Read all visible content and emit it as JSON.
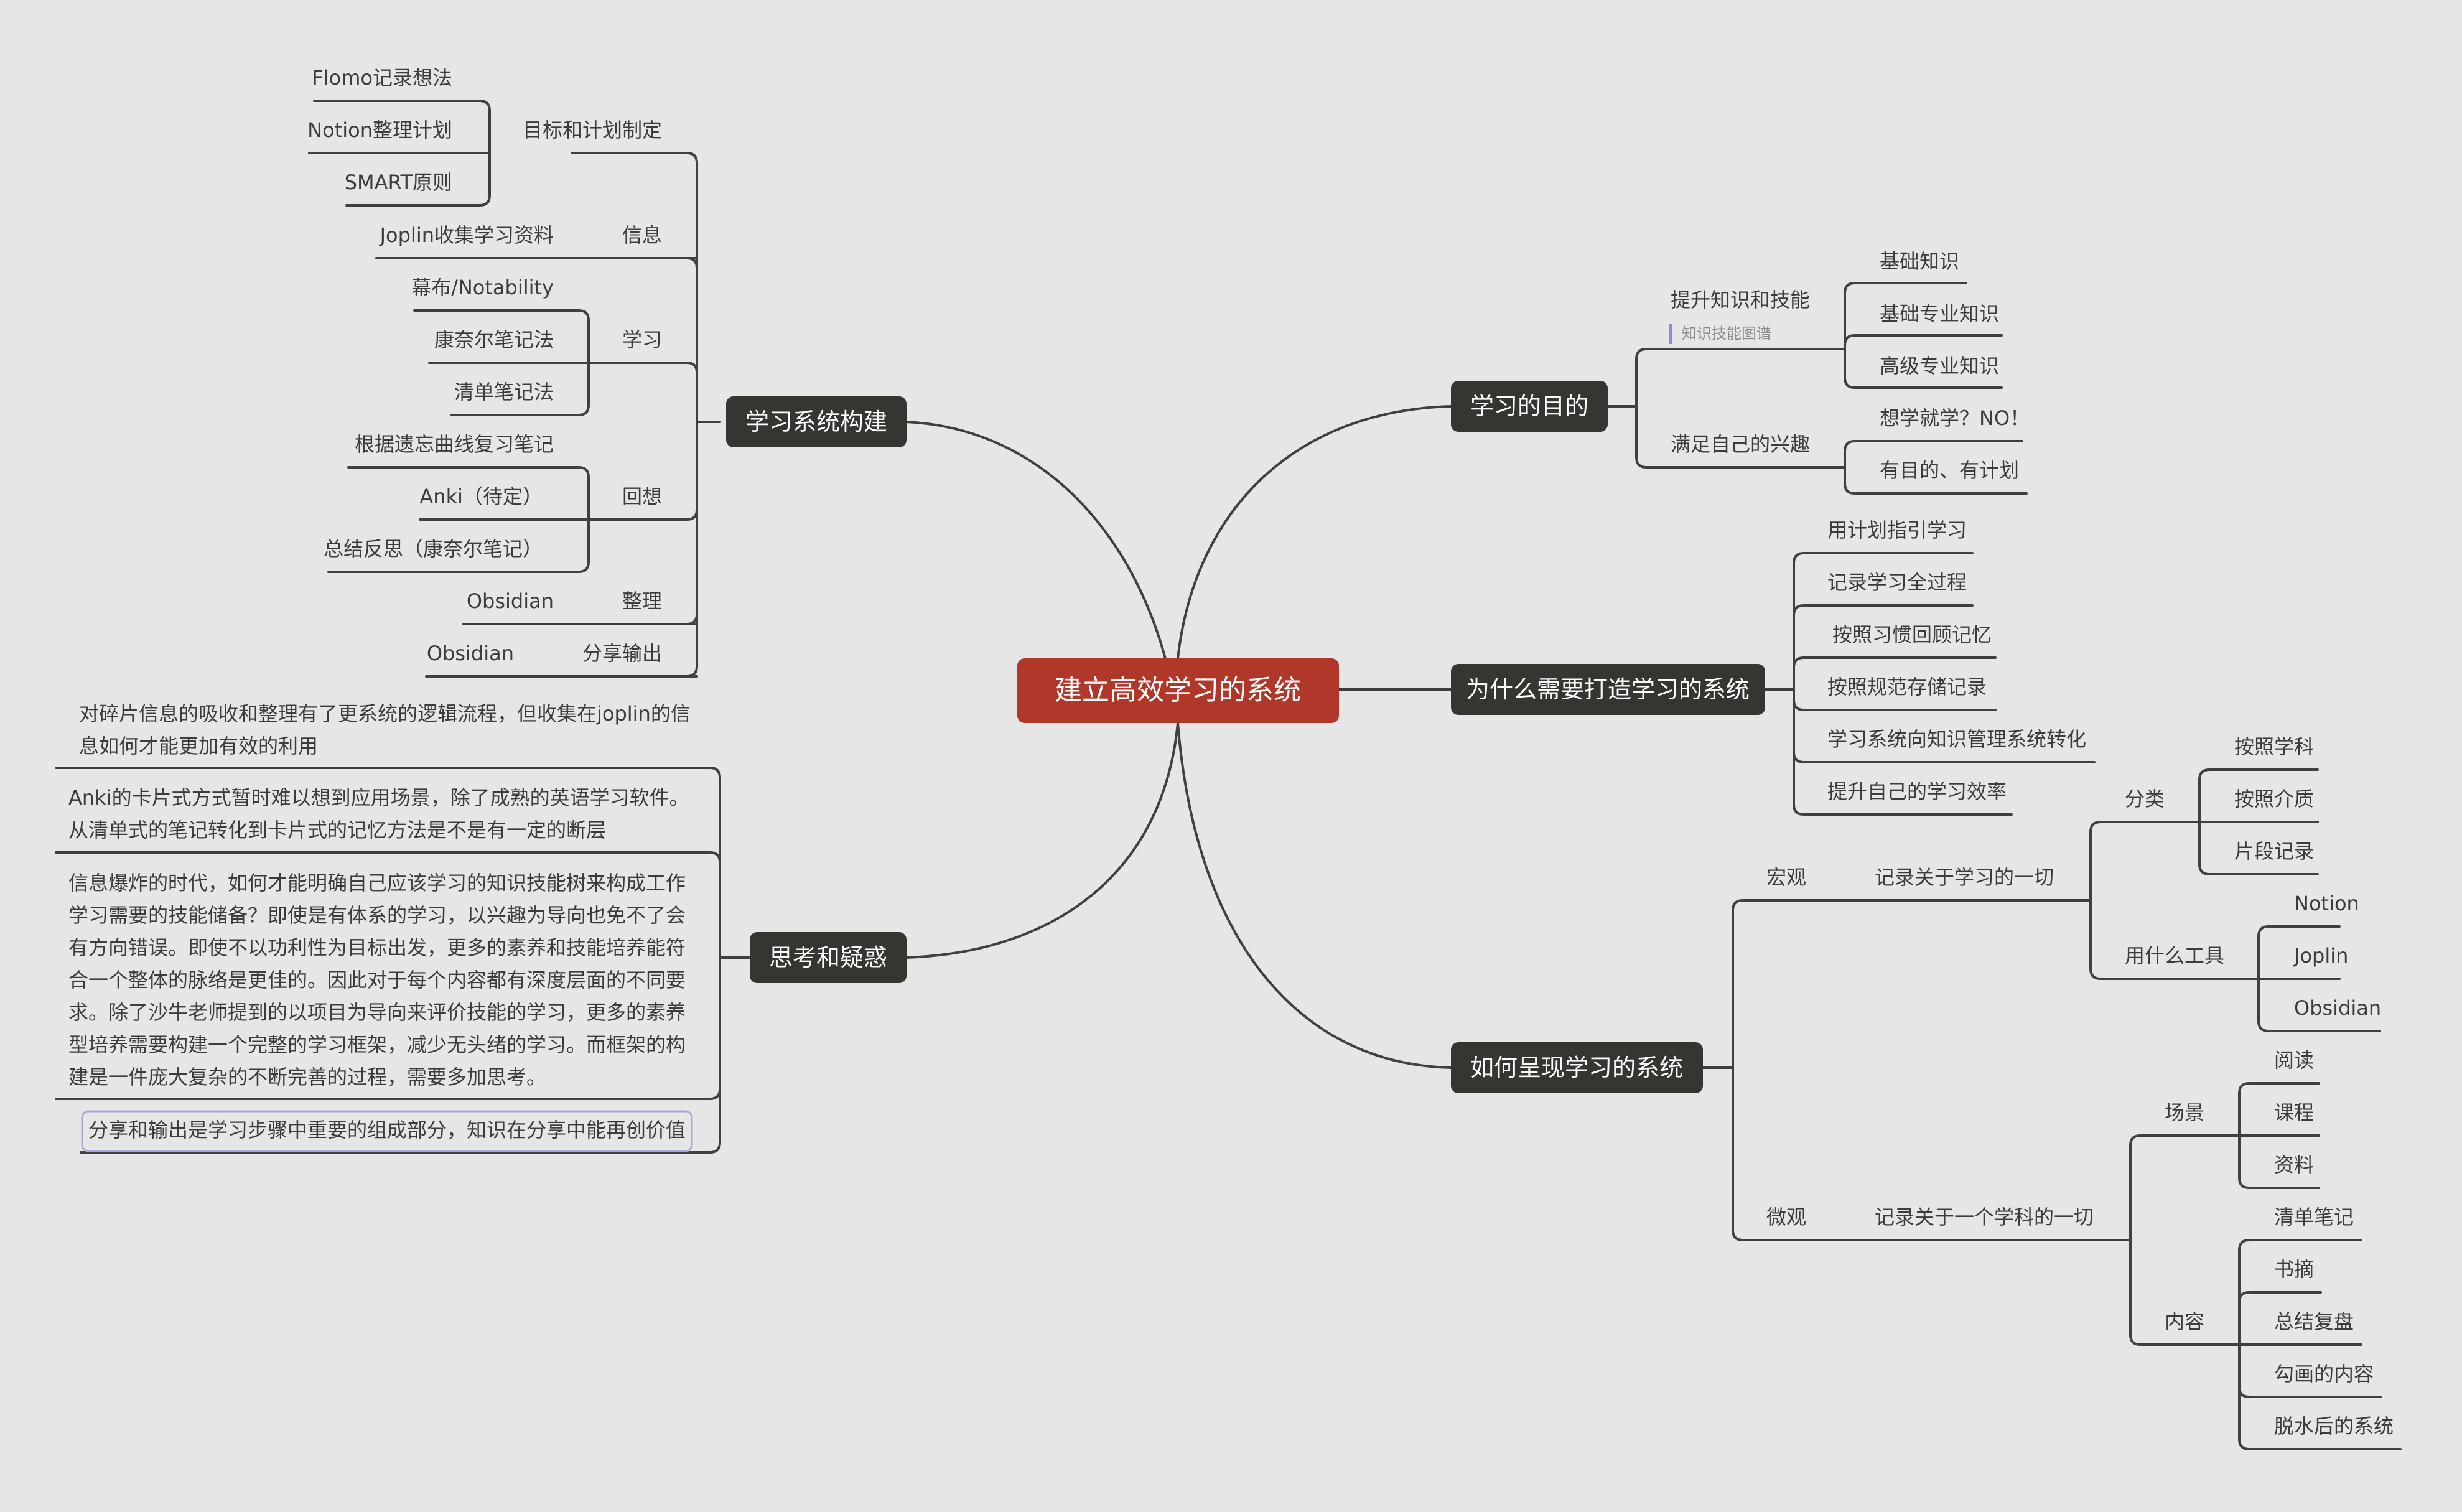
{
  "colors": {
    "background": "#e6e6e6",
    "root": "#b0382a",
    "main": "#353531",
    "line": "#404040",
    "text": "#3c3c3c",
    "note_border": "#a8a8d8"
  },
  "root": "建立高效学习的系统",
  "main": {
    "system_build": "学习系统构建",
    "thinking": "思考和疑惑",
    "purpose": "学习的目的",
    "why": "为什么需要打造学习的系统",
    "present": "如何呈现学习的系统"
  },
  "system_build": {
    "goal": {
      "label": "目标和计划制定",
      "items": [
        "Flomo记录想法",
        "Notion整理计划",
        "SMART原则"
      ]
    },
    "info": {
      "label": "信息",
      "items": [
        "Joplin收集学习资料"
      ]
    },
    "study": {
      "label": "学习",
      "items": [
        "幕布/Notability",
        "康奈尔笔记法",
        "清单笔记法"
      ]
    },
    "recall": {
      "label": "回想",
      "items": [
        "根据遗忘曲线复习笔记",
        "Anki（待定）",
        "总结反思（康奈尔笔记）"
      ]
    },
    "organize": {
      "label": "整理",
      "items": [
        "Obsidian"
      ]
    },
    "share": {
      "label": "分享输出",
      "items": [
        "Obsidian"
      ]
    }
  },
  "thinking": {
    "t1": [
      "对碎片信息的吸收和整理有了更系统的逻辑流程，但收集在joplin的信",
      "息如何才能更加有效的利用"
    ],
    "t2": [
      "Anki的卡片式方式暂时难以想到应用场景，除了成熟的英语学习软件。",
      "从清单式的笔记转化到卡片式的记忆方法是不是有一定的断层"
    ],
    "t3": [
      "信息爆炸的时代，如何才能明确自己应该学习的知识技能树来构成工作",
      "学习需要的技能储备？即使是有体系的学习，以兴趣为导向也免不了会",
      "有方向错误。即使不以功利性为目标出发，更多的素养和技能培养能符",
      "合一个整体的脉络是更佳的。因此对于每个内容都有深度层面的不同要",
      "求。除了沙牛老师提到的以项目为导向来评价技能的学习，更多的素养",
      "型培养需要构建一个完整的学习框架，减少无头绪的学习。而框架的构",
      "建是一件庞大复杂的不断完善的过程，需要多加思考。"
    ],
    "t4": "分享和输出是学习步骤中重要的组成部分，知识在分享中能再创价值"
  },
  "purpose": {
    "skills": {
      "label": "提升知识和技能",
      "note": "知识技能图谱",
      "items": [
        "基础知识",
        "基础专业知识",
        "高级专业知识"
      ]
    },
    "interest": {
      "label": "满足自己的兴趣",
      "items": [
        "想学就学？NO！",
        "有目的、有计划"
      ]
    }
  },
  "why": {
    "items": [
      "用计划指引学习",
      "记录学习全过程",
      "按照习惯回顾记忆",
      "按照规范存储记录",
      "学习系统向知识管理系统转化",
      "提升自己的学习效率"
    ]
  },
  "present": {
    "macro": {
      "label": "宏观",
      "sub": "记录关于学习的一切",
      "classify": {
        "label": "分类",
        "items": [
          "按照学科",
          "按照介质",
          "片段记录"
        ]
      },
      "tools": {
        "label": "用什么工具",
        "items": [
          "Notion",
          "Joplin",
          "Obsidian"
        ]
      }
    },
    "micro": {
      "label": "微观",
      "sub": "记录关于一个学科的一切",
      "scene": {
        "label": "场景",
        "items": [
          "阅读",
          "课程",
          "资料"
        ]
      },
      "content": {
        "label": "内容",
        "items": [
          "清单笔记",
          "书摘",
          "总结复盘",
          "勾画的内容",
          "脱水后的系统"
        ]
      }
    }
  }
}
